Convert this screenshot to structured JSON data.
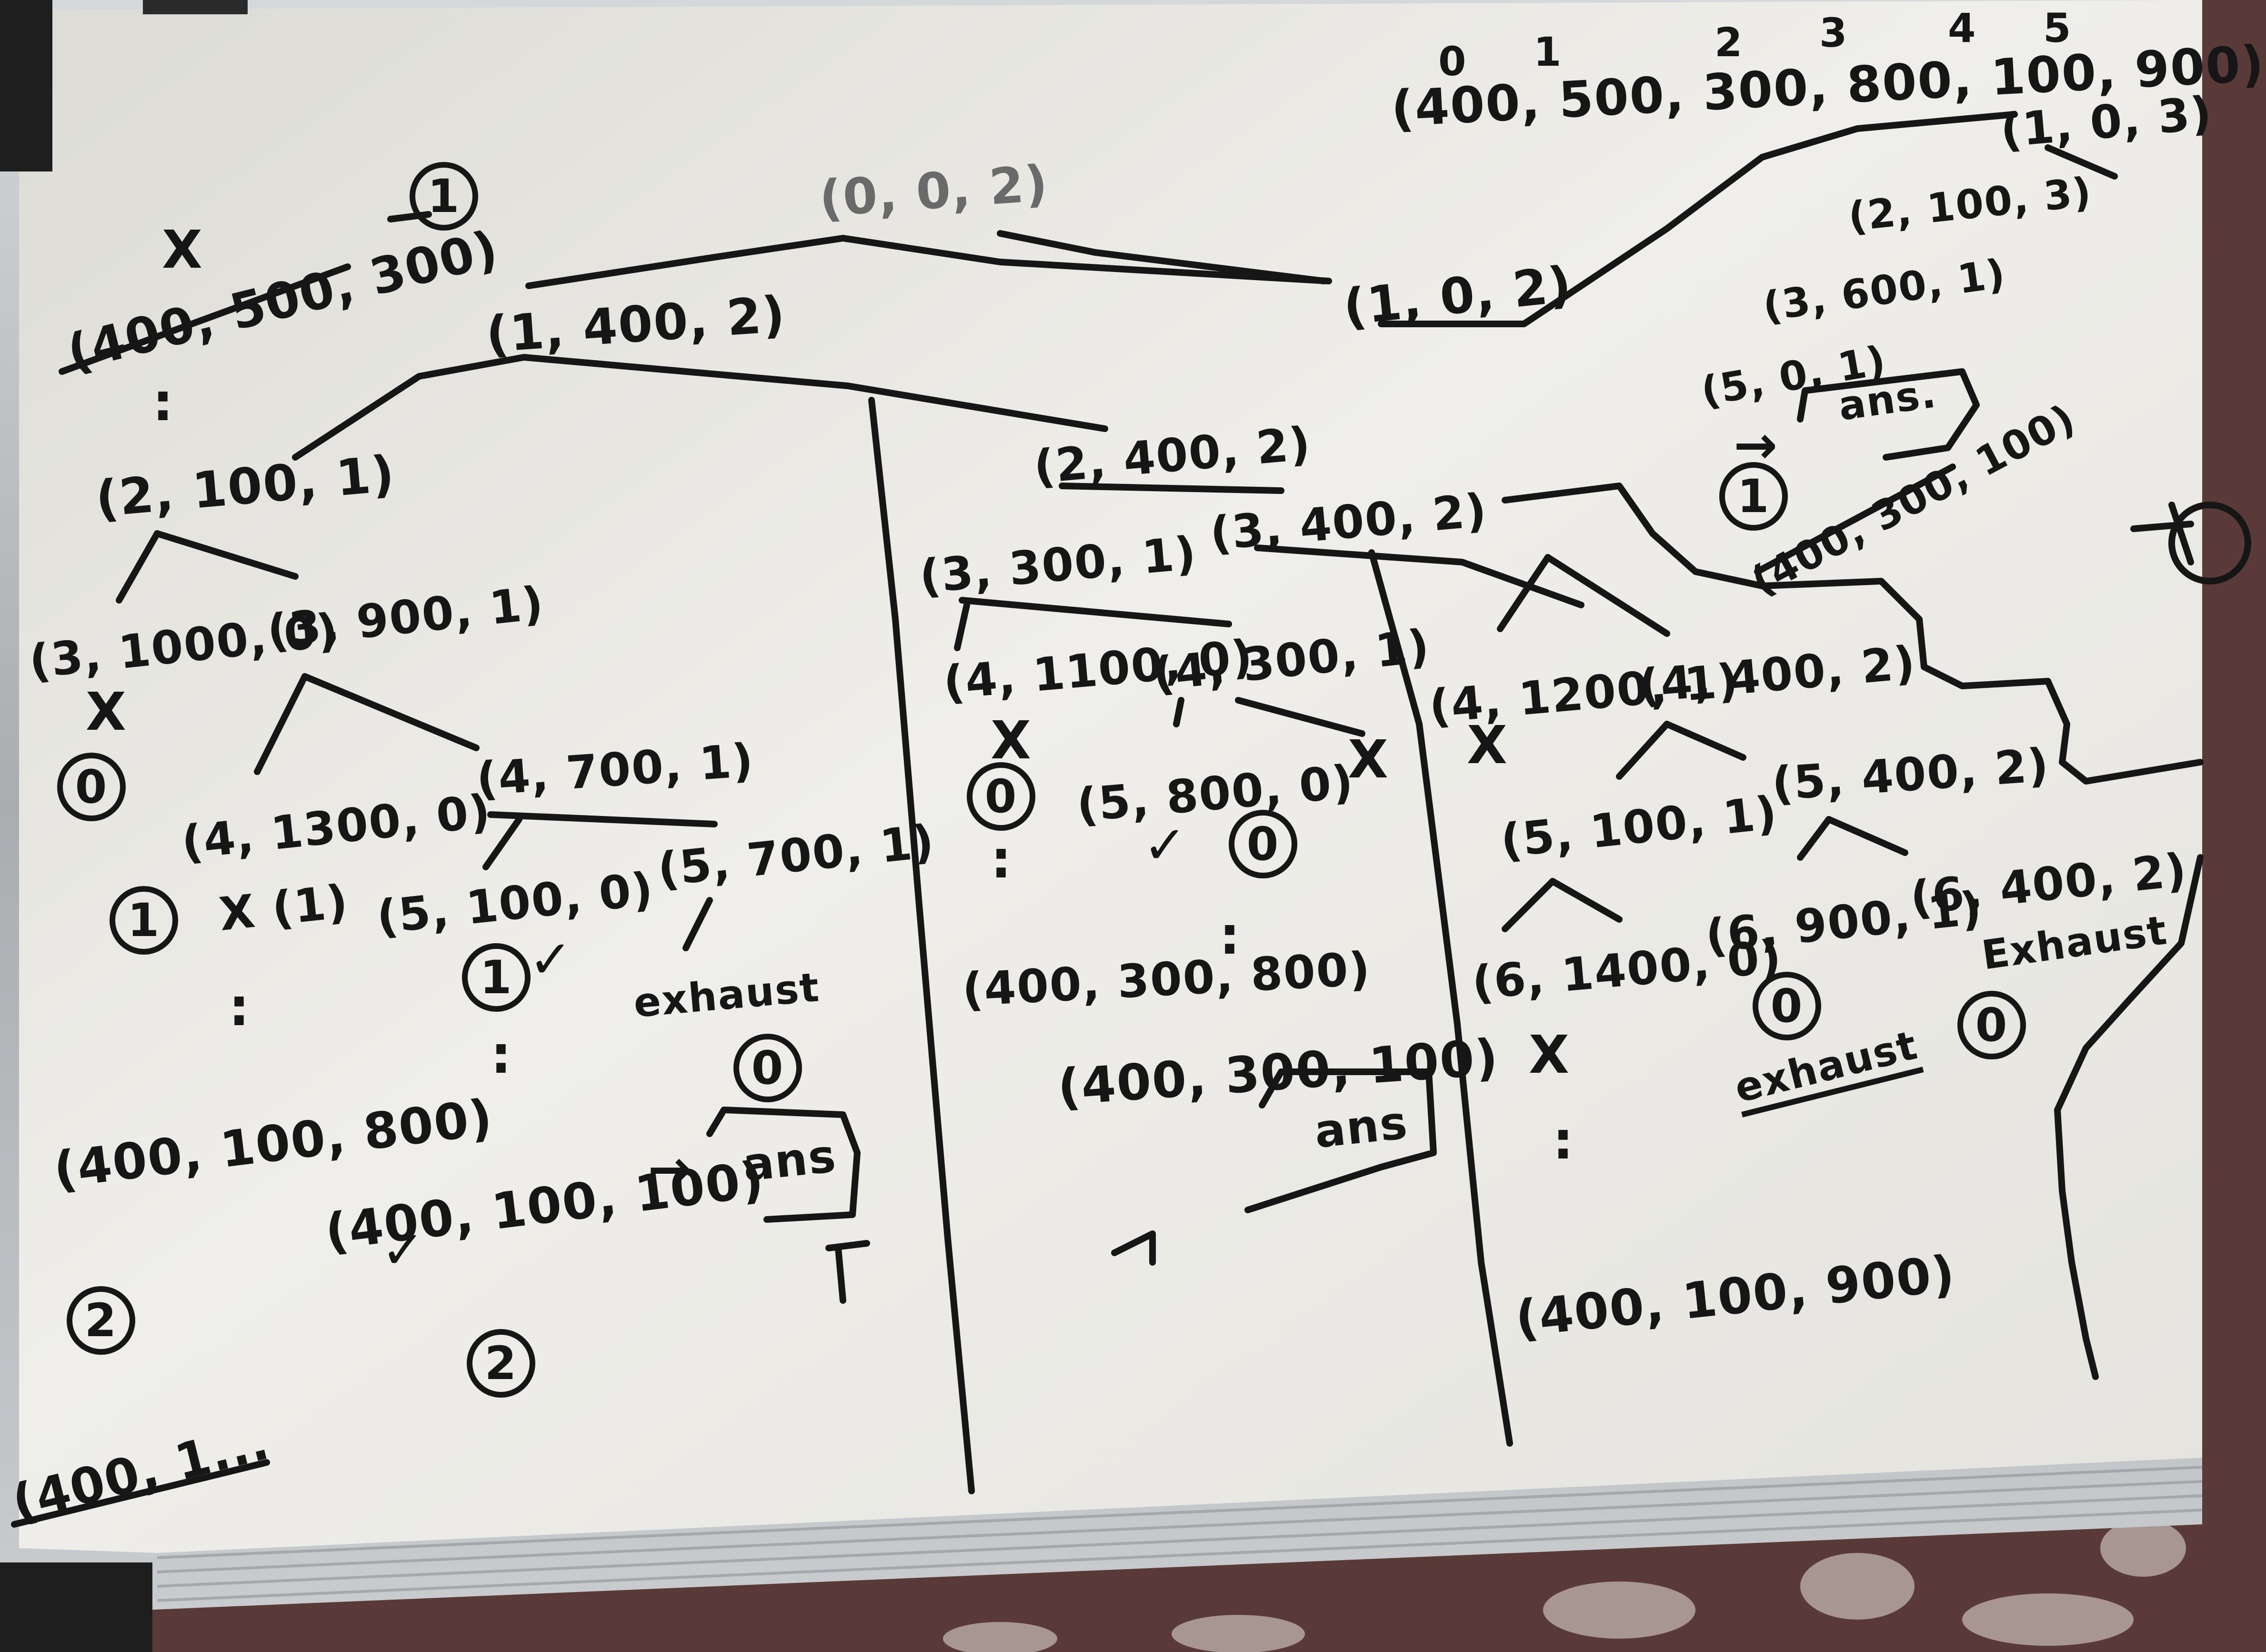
{
  "top_indices": [
    "0",
    "1",
    "2",
    "3",
    "4",
    "5"
  ],
  "array_line": "(400, 500, 300, 800, 100, 900)",
  "nodes": {
    "root": "(0, 0, 2)",
    "n_1_0_2": "(1, 0, 2)",
    "n_1_400_2": "(1, 400, 2)",
    "n_2_100_1": "(2, 100, 1)",
    "n_3_1000_0": "(3, 1000, 0)",
    "n_3_900_1": "(3, 900, 1)",
    "n_4_1300_0": "(4, 1300, 0)",
    "n_4_700_1": "(4, 700, 1)",
    "n_5_100_0": "(5, 100, 0)",
    "n_5_700_1": "(5, 700, 1)",
    "n_2_400_2": "(2, 400, 2)",
    "n_3_300_1": "(3, 300, 1)",
    "n_3_400_2": "(3, 400, 2)",
    "n_4_1100_0": "(4, 1100, 0)",
    "n_4_300_1": "(4, 300, 1)",
    "n_5_800_0": "(5, 800, 0)",
    "n_4_1200_1": "(4, 1200, 1)",
    "n_4_400_2": "(4, 400, 2)",
    "n_5_100_1": "(5, 100, 1)",
    "n_5_400_2": "(5, 400, 2)",
    "n_6_1400_0": "(6, 1400, 0)",
    "n_6_900_1": "(6, 900, 1)",
    "n_6_400_2": "(6, 400, 2)",
    "r_1_0_3": "(1, 0, 3)",
    "r_2_100_3": "(2, 100, 3)",
    "r_3_600_1": "(3, 600, 1)",
    "r_5_0_1": "(5, 0, 1)"
  },
  "results": {
    "top_left_crossed": "(400, 500, 300)",
    "left_a": "(400, 100, 800)",
    "left_b": "(400, 100, 100)",
    "mid_a": "(400, 300, 800)",
    "mid_b": "(400, 300, 100)",
    "right_a": "(400, 100, 900)",
    "top_right": "(400, 300, 100)",
    "bottom_left_partial": "(400, 1..."
  },
  "marks": {
    "one": "1",
    "zero": "0",
    "two": "2",
    "check": "✓",
    "cross": "X",
    "dots": ":",
    "arrow": "→",
    "exhaust": "exhaust",
    "exhaust2": "Exhaust",
    "ans": "ans",
    "ans_dot": "ans.",
    "x1": "X (1)"
  },
  "colors": {
    "board": "#ecebe6",
    "ink": "#161616",
    "frame": "#b9bcbf",
    "cloth": "#5a3a38"
  }
}
